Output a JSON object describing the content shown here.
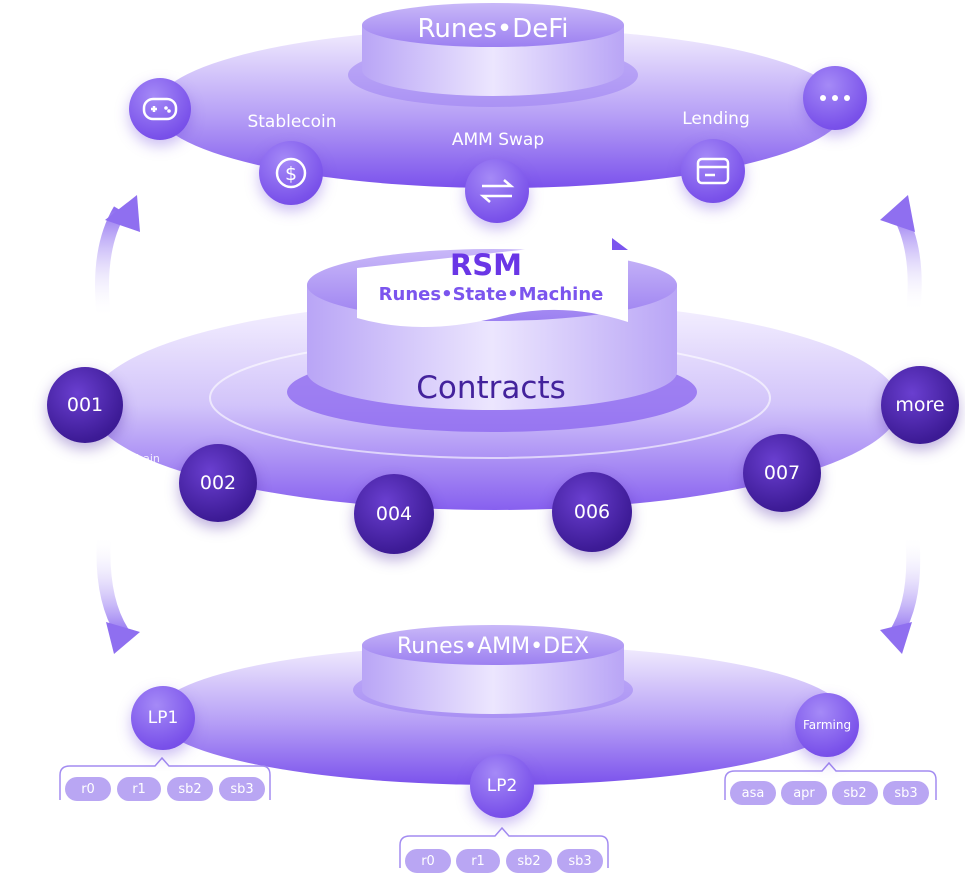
{
  "top_layer": {
    "title": "Runes•DeFi",
    "labels": {
      "stablecoin": "Stablecoin",
      "amm_swap": "AMM Swap",
      "lending": "Lending"
    }
  },
  "middle_layer": {
    "rsm_title": "RSM",
    "rsm_subtitle": "Runes•State•Machine",
    "center_label": "Contracts",
    "faint_label": "hain",
    "nodes": {
      "n001": "001",
      "n002": "002",
      "n004": "004",
      "n006": "006",
      "n007": "007",
      "more": "more"
    }
  },
  "bottom_layer": {
    "title": "Runes•AMM•DEX",
    "lp1": {
      "label": "LP1",
      "pills": [
        "r0",
        "r1",
        "sb2",
        "sb3"
      ]
    },
    "lp2": {
      "label": "LP2",
      "pills": [
        "r0",
        "r1",
        "sb2",
        "sb3"
      ]
    },
    "farming": {
      "label": "Farming",
      "pills": [
        "asa",
        "apr",
        "sb2",
        "sb3"
      ]
    }
  },
  "colors": {
    "accent": "#7b55ee",
    "dark_node": "#3d1b96",
    "text_purple": "#4a2aa8",
    "pill": "#b9a6f3"
  }
}
